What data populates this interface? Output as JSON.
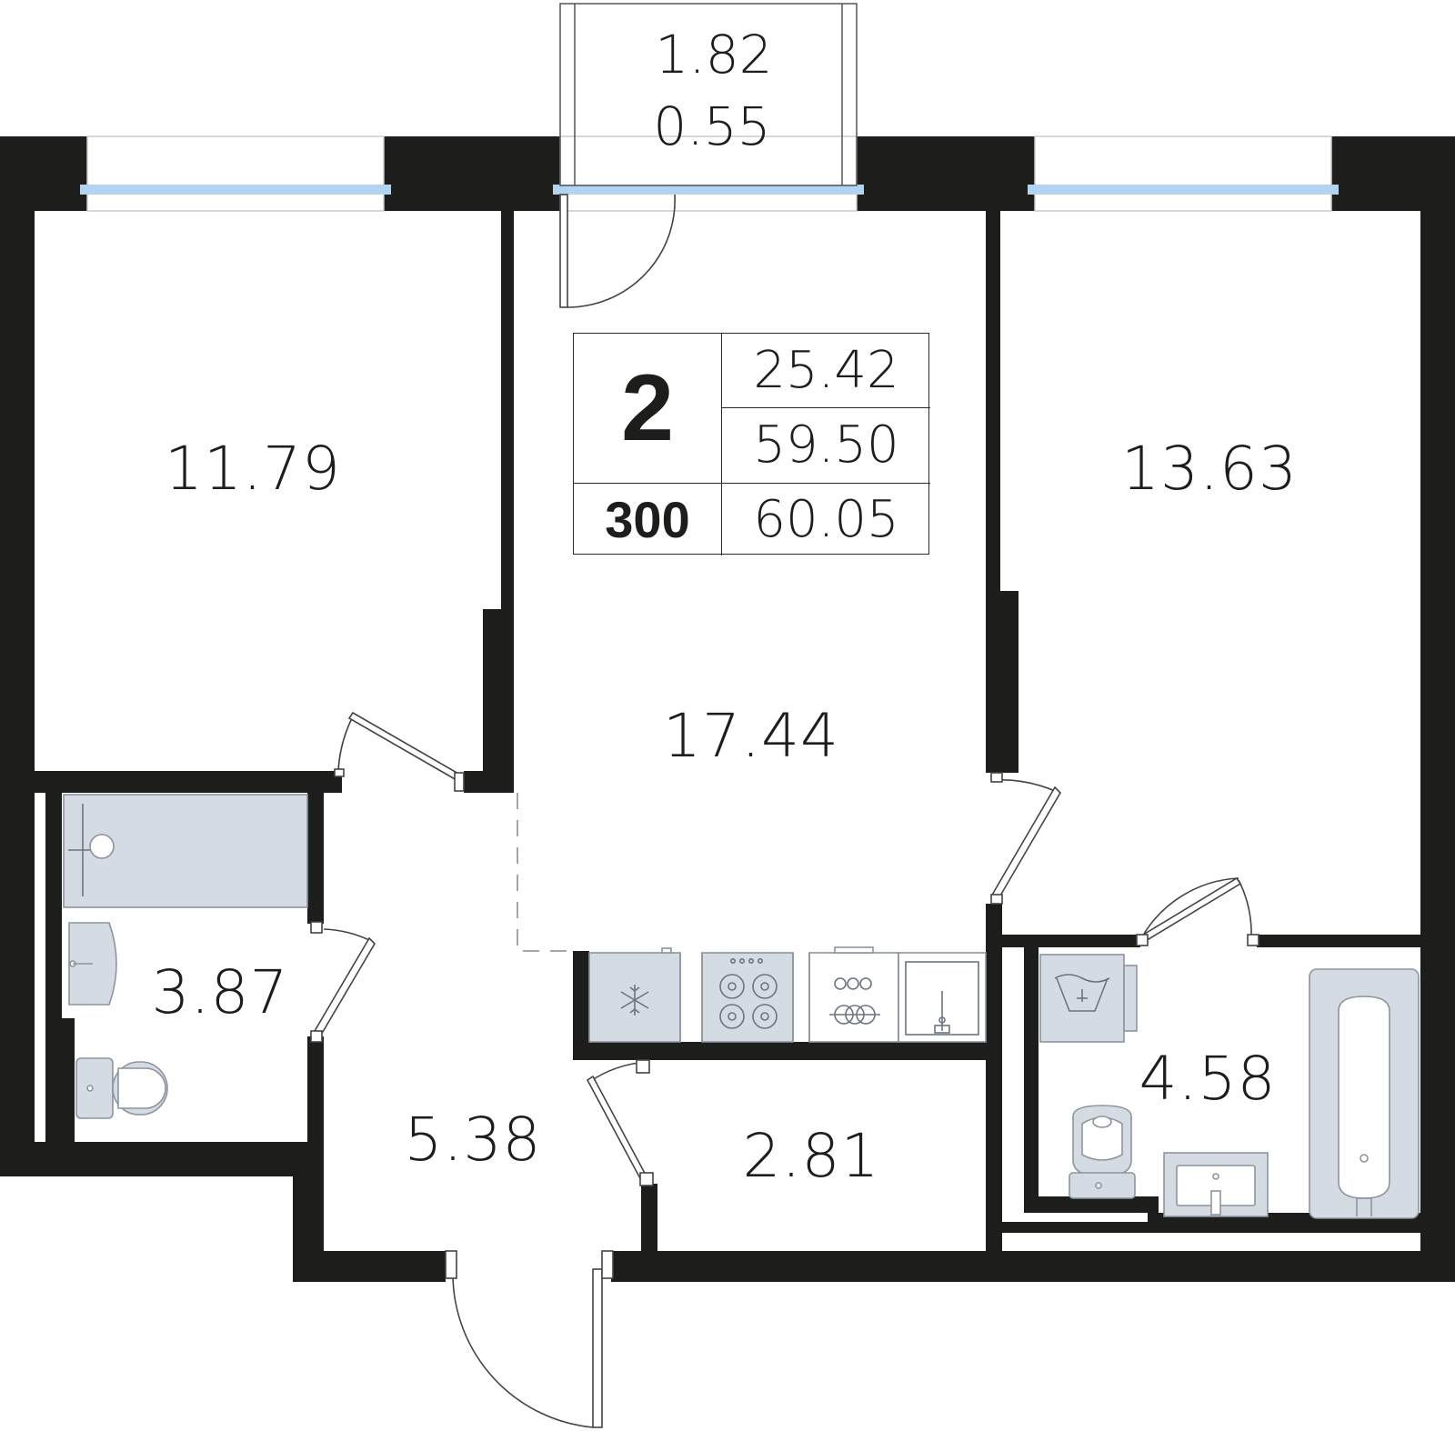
{
  "balcony": {
    "area": "1.82",
    "area_reduced": "0.55"
  },
  "rooms": {
    "bedroom_left": "11.79",
    "living_kitchen": "17.44",
    "bedroom_right": "13.63",
    "bathroom_small": "3.87",
    "hallway": "5.38",
    "storage": "2.81",
    "bathroom_large": "4.58"
  },
  "summary": {
    "rooms_count": "2",
    "apartment_number": "300",
    "living_area": "25.42",
    "total_area": "59.50",
    "total_with_balcony": "60.05"
  },
  "colors": {
    "wall": "#1d1d1b",
    "window_glass": "#b2d4f0",
    "fixture_fill": "#d5dbe3",
    "fixture_stroke": "#8c949e",
    "text": "#1d1d1b"
  },
  "icons": {
    "fridge": "snowflake-icon",
    "stove": "cooktop-icon",
    "sink": "sink-icon",
    "washer": "washing-machine-icon"
  }
}
